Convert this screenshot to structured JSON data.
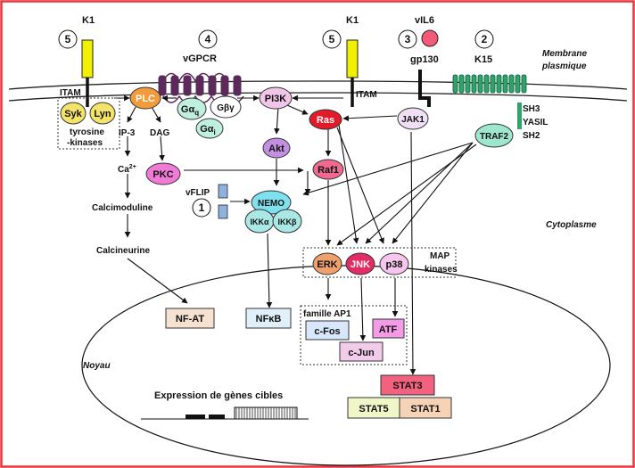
{
  "labels": {
    "k1_left": "K1",
    "k1_right": "K1",
    "vgpcr": "vGPCR",
    "vil6": "vIL6",
    "gp130": "gp130",
    "k15": "K15",
    "membrane_line1": "Membrane",
    "membrane_line2": "plasmique",
    "cytoplasme": "Cytoplasme",
    "noyau": "Noyau",
    "itam_left": "ITAM",
    "itam_right": "ITAM",
    "tyrosine_line1": "tyrosine",
    "tyrosine_line2": "-kinases",
    "sh3": "SH3",
    "yasil": "YASIL",
    "sh2": "SH2",
    "ip3": "IP-3",
    "dag": "DAG",
    "ca_base": "Ca",
    "ca_sup": "2+",
    "calcimoduline": "Calcimoduline",
    "calcineurine": "Calcineurine",
    "vflip": "vFLIP",
    "map_line1": "MAP",
    "map_line2": "kinases",
    "famille_ap1": "famille AP1",
    "expression": "Expression de gènes cibles"
  },
  "numbers": {
    "n5_left": "5",
    "n4": "4",
    "n5_right": "5",
    "n3": "3",
    "n2": "2",
    "n1": "1"
  },
  "nodes": {
    "syk": "Syk",
    "lyn": "Lyn",
    "plc": "PLC",
    "pi3k": "PI3K",
    "g_alpha_q_base": "Gα",
    "g_alpha_q_sub": "q",
    "g_beta_gamma": "Gβγ",
    "g_alpha_i_base": "Gα",
    "g_alpha_i_sub": "i",
    "ras": "Ras",
    "jak1": "JAK1",
    "traf2": "TRAF2",
    "akt": "Akt",
    "raf1": "Raf1",
    "pkc": "PKC",
    "nemo": "NEMO",
    "ikka": "IKKα",
    "ikkb": "IKKβ",
    "erk": "ERK",
    "jnk": "JNK",
    "p38": "p38",
    "nfat": "NF-AT",
    "nfkb": "NFκB",
    "cfos": "c-Fos",
    "atf": "ATF",
    "cjun": "c-Jun",
    "stat3": "STAT3",
    "stat5": "STAT5",
    "stat1": "STAT1"
  },
  "colors": {
    "frame": "#e8343a",
    "membrane": "#222222",
    "receptor_yellow": "#f0f000",
    "vgpcr_purple": "#5b2a5b",
    "k15_green": "#2fa36b",
    "plc_orange": "#f39a3c",
    "syk_lyn": "#f3e36a",
    "pi3k_pink": "#f2c6e8",
    "akt_violet": "#c38fe0",
    "ras_red": "#e21b2a",
    "raf1_pink": "#f06a8f",
    "pkc_magenta": "#f07bd7",
    "traf2_teal": "#9fe6cf",
    "nemo_cyan": "#7fe0ee",
    "ikk_teal": "#a9e8e4",
    "jak1_lilac": "#efe0f5",
    "erk_orange": "#f0a06c",
    "jnk_rose": "#e22c66",
    "p38_pink": "#f7c6ef",
    "nfat_peach": "#f7e2d2",
    "nfkb_blue": "#dff0fb",
    "cfos_blue": "#d9e7fb",
    "atf_pink": "#f39be6",
    "cjun_pink": "#f3cbea",
    "stat3_rose": "#f2627f",
    "stat5_green": "#f0f6c8",
    "stat1_tan": "#f6d3b6",
    "vil6_pink": "#f25c78"
  },
  "icons": {
    "k1_receptor": "k1-receptor-icon",
    "vgpcr_receptor": "vgpcr-7tm-icon",
    "gp130_receptor": "gp130-receptor-icon",
    "k15_receptor": "k15-receptor-icon",
    "vflip": "vflip-icon",
    "gene": "gene-diagram-icon"
  }
}
